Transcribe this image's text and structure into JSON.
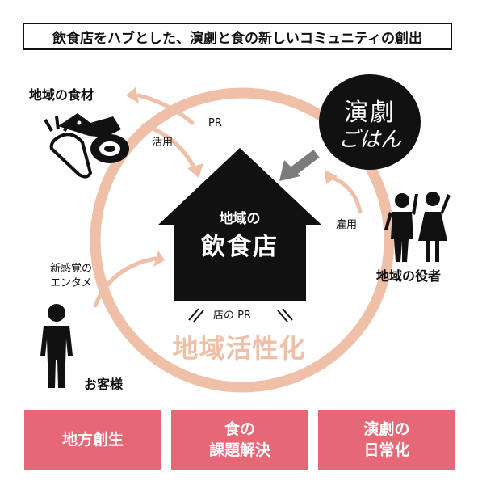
{
  "title": "飲食店をハブとした、演劇と食の新しいコミュニティの創出",
  "labels": {
    "local_ingredients": "地域の食材",
    "pr_top": "PR",
    "utilize": "活用",
    "employ": "雇用",
    "local_actors": "地域の役者",
    "new_sense_1": "新感覚の",
    "new_sense_2": "エンタメ",
    "shop_pr": "店の PR",
    "customers": "お客様",
    "activation": "地域活性化"
  },
  "hub": {
    "line1": "地域の",
    "line2": "飲食店"
  },
  "brand": {
    "line1": "演劇",
    "line2": "ごはん"
  },
  "outcomes": [
    {
      "line1": "地方創生",
      "line2": ""
    },
    {
      "line1": "食の",
      "line2": "課題解決"
    },
    {
      "line1": "演劇の",
      "line2": "日常化"
    }
  ],
  "colors": {
    "accent": "#efbfa7",
    "box": "#e66876",
    "ink": "#111111"
  }
}
